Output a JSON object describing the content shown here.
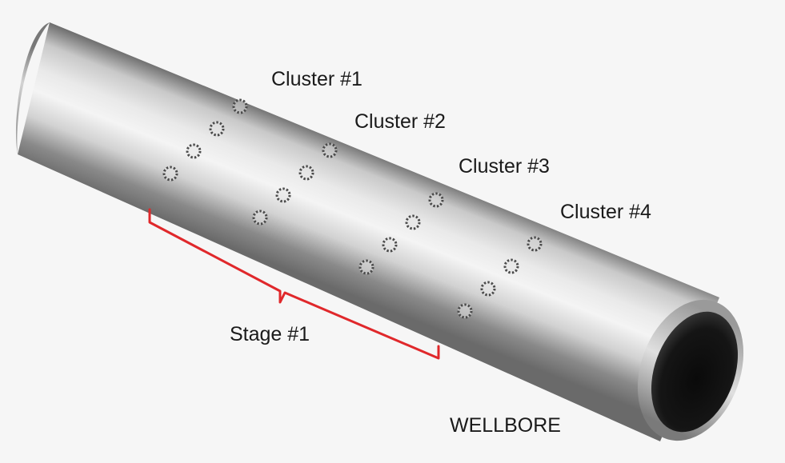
{
  "diagram": {
    "clusters": [
      {
        "label": "Cluster #1"
      },
      {
        "label": "Cluster #2"
      },
      {
        "label": "Cluster #3"
      },
      {
        "label": "Cluster #4"
      }
    ],
    "stage_label": "Stage #1",
    "wellbore_label": "WELLBORE",
    "colors": {
      "background": "#f6f6f6",
      "bracket": "#e0282b",
      "text": "#1a1a1a",
      "perforation_dot": "#4a4a4a"
    }
  }
}
